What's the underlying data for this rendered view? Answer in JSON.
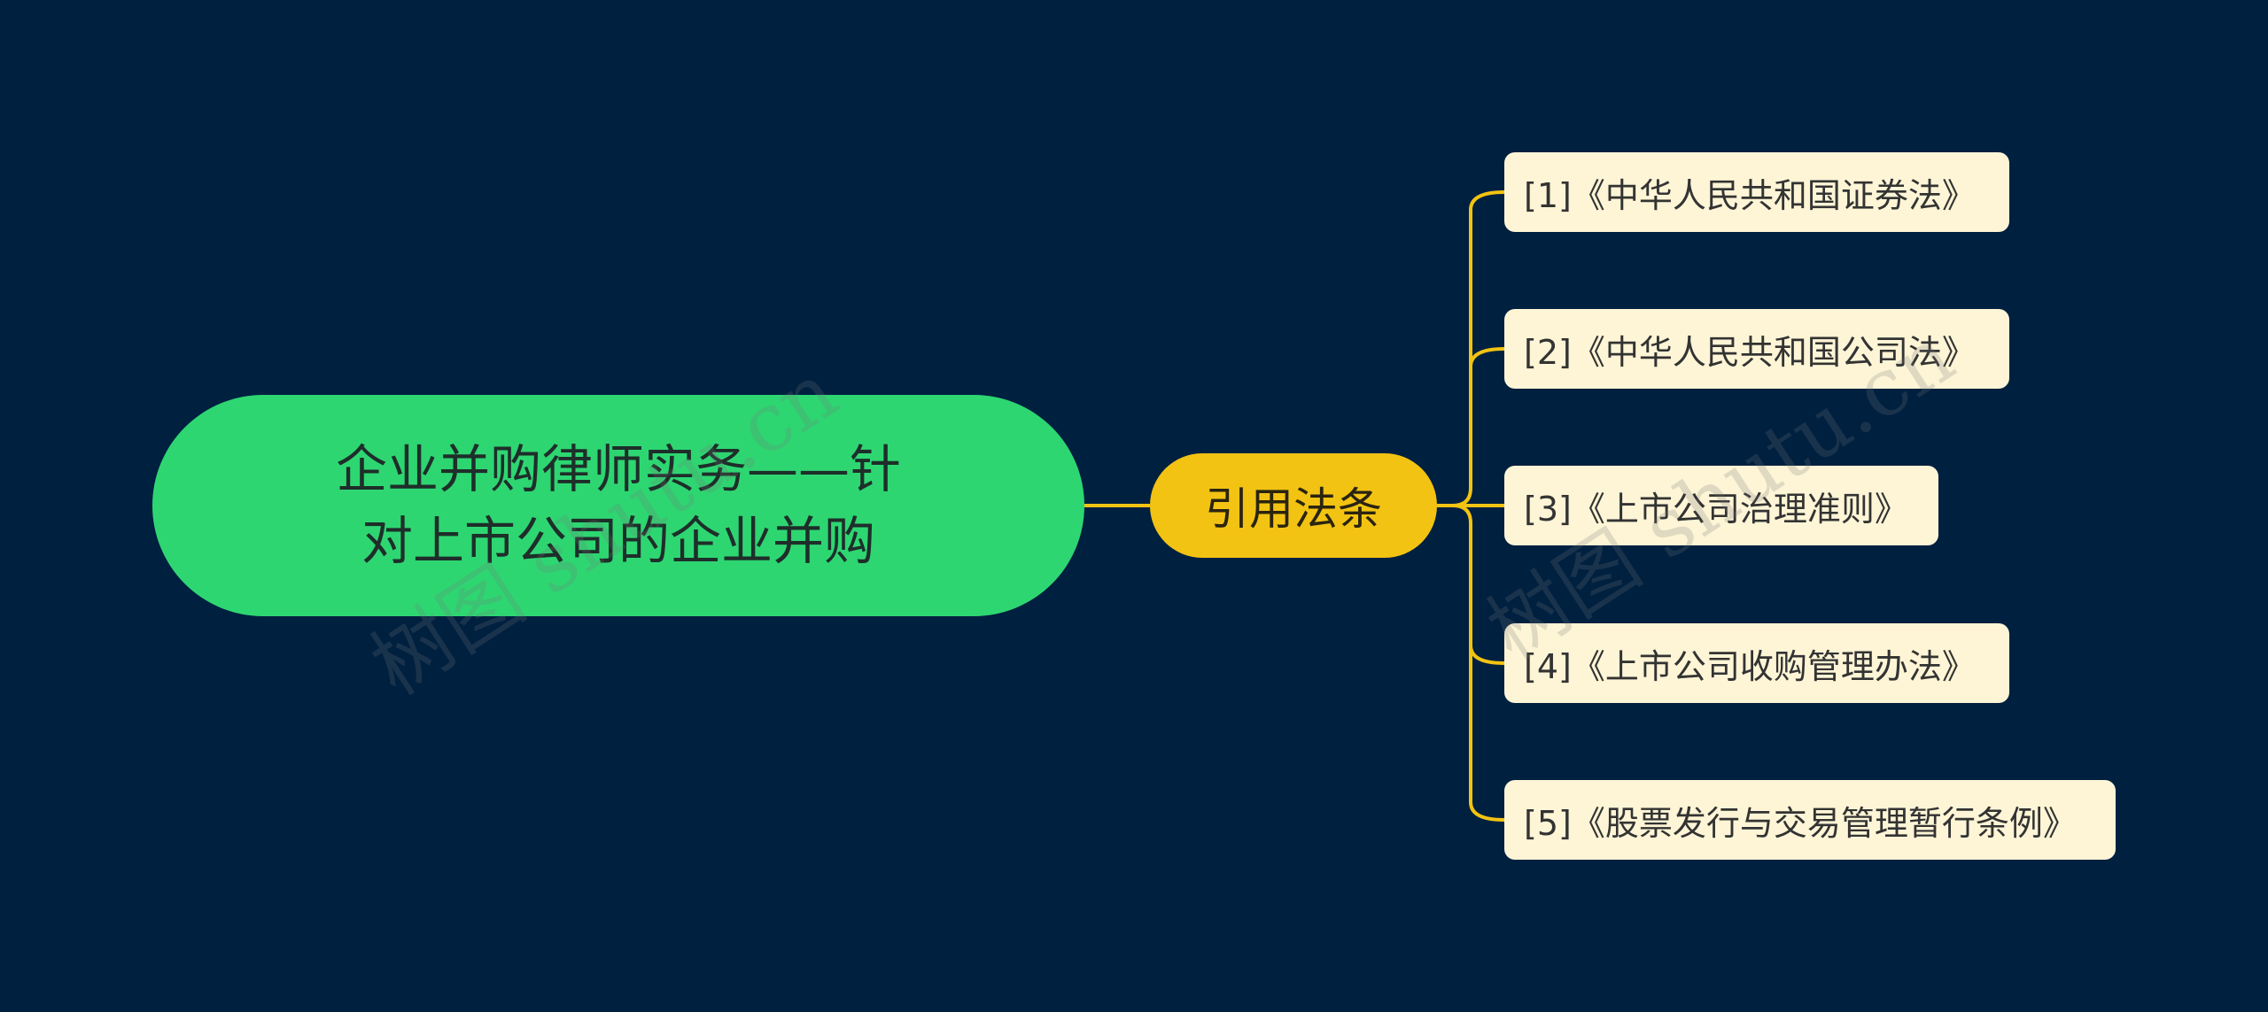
{
  "root": {
    "line1": "企业并购律师实务——针",
    "line2": "对上市公司的企业并购"
  },
  "branch": {
    "label": "引用法条"
  },
  "leaves": [
    "[1]《中华人民共和国证券法》",
    "[2]《中华人民共和国公司法》",
    "[3]《上市公司治理准则》",
    "[4]《上市公司收购管理办法》",
    "[5]《股票发行与交易管理暂行条例》"
  ],
  "watermark": {
    "text": "树图 shutu.cn"
  },
  "colors": {
    "background": "#002040",
    "root": "#2ed672",
    "branch": "#f2c312",
    "leaf": "#fdf5d6",
    "connector": "#f2c312"
  }
}
